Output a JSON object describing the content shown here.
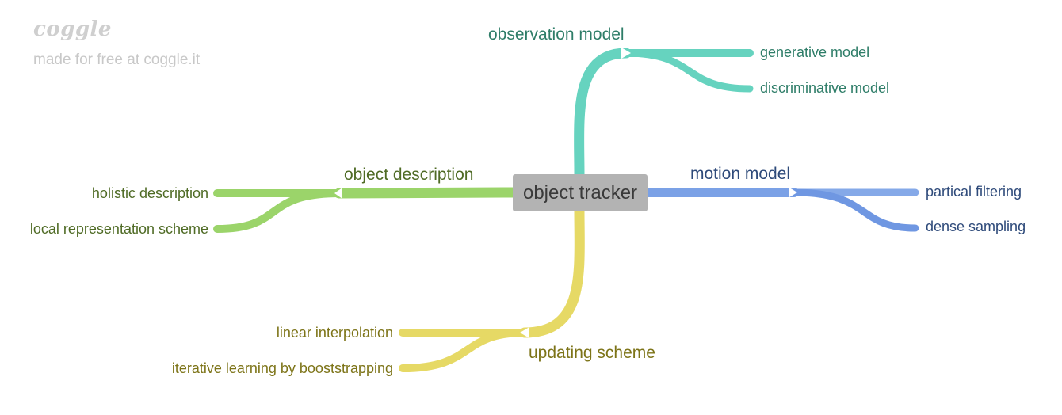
{
  "watermark": {
    "logo": "coggle",
    "tagline": "made for free at coggle.it"
  },
  "colors": {
    "observation": "#66d3bf",
    "motion": "#7ba1e6",
    "description": "#9bd46a",
    "updating": "#e6d965",
    "root_fill": "#b3b3b3",
    "root_text": "#3a3a3a"
  },
  "root": {
    "label": "object tracker"
  },
  "branches": {
    "observation": {
      "label": "observation model",
      "children": [
        "generative model",
        "discriminative model"
      ]
    },
    "motion": {
      "label": "motion model",
      "children": [
        "partical filtering",
        "dense sampling"
      ]
    },
    "description": {
      "label": "object description",
      "children": [
        "holistic description",
        "local representation scheme"
      ]
    },
    "updating": {
      "label": "updating scheme",
      "children": [
        "linear interpolation",
        "iterative learning by booststrapping"
      ]
    }
  }
}
